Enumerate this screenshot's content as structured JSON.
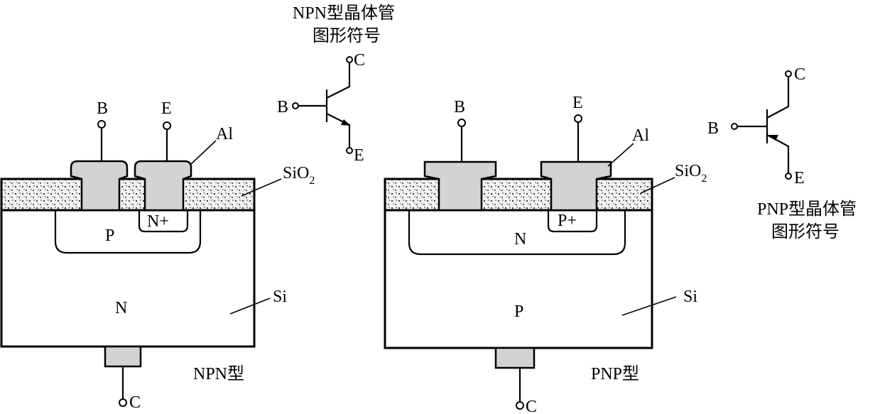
{
  "npn_device": {
    "label_B": "B",
    "label_E": "E",
    "label_C": "C",
    "label_Al": "Al",
    "label_SiO": "SiO",
    "label_SiO_sub": "2",
    "label_Si": "Si",
    "region_P": "P",
    "region_Nplus": "N+",
    "region_N": "N",
    "caption": "NPN型"
  },
  "pnp_device": {
    "label_B": "B",
    "label_E": "E",
    "label_C": "C",
    "label_Al": "Al",
    "label_SiO": "SiO",
    "label_SiO_sub": "2",
    "label_Si": "Si",
    "region_N": "N",
    "region_Pplus": "P+",
    "region_P": "P",
    "caption": "PNP型"
  },
  "npn_symbol": {
    "title_line1": "NPN型晶体管",
    "title_line2": "图形符号",
    "pin_B": "B",
    "pin_C": "C",
    "pin_E": "E"
  },
  "pnp_symbol": {
    "title_line1": "PNP型晶体管",
    "title_line2": "图形符号",
    "pin_B": "B",
    "pin_C": "C",
    "pin_E": "E"
  },
  "colors": {
    "metal_fill": "#d3d3d3",
    "oxide_fill": "#f2f2f2",
    "line": "#000000",
    "background": "#ffffff"
  }
}
